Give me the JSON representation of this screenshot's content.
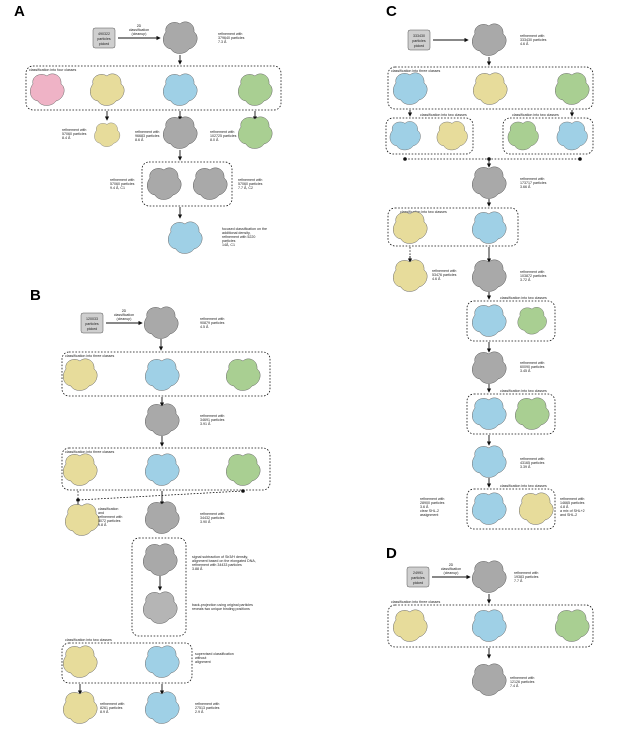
{
  "panels": {
    "A": {
      "label": "A",
      "start": {
        "l1": "490322",
        "l2": "particles",
        "l3": "picked"
      },
      "class2d": {
        "l1": "2D",
        "l2": "classification",
        "l3": "(cleanup)"
      },
      "ref1": {
        "l1": "refinement with",
        "l2": "379640 particles",
        "l3": "7.3 Å"
      },
      "box1_title": "classification into four classes",
      "ref_a": {
        "l1": "refinement with",
        "l2": "57060 particles",
        "l3": "8.4 Å"
      },
      "ref_b": {
        "l1": "refinement with",
        "l2": "96683 particles",
        "l3": "8.6 Å"
      },
      "ref_c": {
        "l1": "refinement with",
        "l2": "102725 particles",
        "l3": "8.0 Å"
      },
      "ref_d": {
        "l1": "refinement with",
        "l2": "57060 particles",
        "l3": "9.4 Å, C1"
      },
      "ref_e": {
        "l1": "refinement with",
        "l2": "57060 particles",
        "l3": "7.7 Å, C2"
      },
      "focused": {
        "l1": "focused classification on the",
        "l2": "additional density,",
        "l3": "refinement with 5220",
        "l4": "particles",
        "l5": "14Å, C1"
      }
    },
    "B": {
      "label": "B",
      "start": {
        "l1": "120033",
        "l2": "particles",
        "l3": "picked"
      },
      "class2d": {
        "l1": "2D",
        "l2": "classification",
        "l3": "(cleanup)"
      },
      "ref1": {
        "l1": "refinement with",
        "l2": "90879 particles",
        "l3": "4.5 Å"
      },
      "box1_title": "classification into three classes",
      "ref2": {
        "l1": "refinement with",
        "l2": "34691 particles",
        "l3": "3.91 Å"
      },
      "box2_title": "classification into three classes",
      "side": {
        "l1": "classification",
        "l2": "and",
        "l3": "refinement with",
        "l4": "5072 particles",
        "l5": "9.8 Å"
      },
      "ref3": {
        "l1": "refinement with",
        "l2": "34432 particles",
        "l3": "3.90 Å"
      },
      "subtract": {
        "l1": "signal subtraction of Sir3/H density,",
        "l2": "alignment based on the elongated DNA,",
        "l3": "refinement with 34433 particles",
        "l4": "3.88 Å"
      },
      "backproj": {
        "l1": "back-projection using original particles",
        "l2": "reveals two unique binding positions"
      },
      "box3_title": "classification into two classes",
      "supervised": {
        "l1": "supervised classification",
        "l2": "without",
        "l3": "alignment"
      },
      "ref_left": {
        "l1": "refinement with",
        "l2": "8261 particles",
        "l3": "8.9 Å"
      },
      "ref_right": {
        "l1": "refinement with",
        "l2": "27513 particles",
        "l3": "2.9 Å"
      }
    },
    "C": {
      "label": "C",
      "start": {
        "l1": "333430",
        "l2": "particles",
        "l3": "picked"
      },
      "ref1": {
        "l1": "refinement with",
        "l2": "333430 particles",
        "l3": "4.6 Å"
      },
      "box1_title": "classification into three classes",
      "box2a_title": "classification into two classes",
      "box2b_title": "classification into two classes",
      "ref2": {
        "l1": "refinement with",
        "l2": "173717 particles",
        "l3": "3.66 Å"
      },
      "box3_title": "classification into two classes",
      "ref_side": {
        "l1": "refinement with",
        "l2": "53476 particles",
        "l3": "4.6 Å"
      },
      "ref3": {
        "l1": "refinement with",
        "l2": "103872 particles",
        "l3": "3.72 Å"
      },
      "box4_title": "classification into two classes",
      "ref4": {
        "l1": "refinement with",
        "l2": "60090 particles",
        "l3": "3.45 Å"
      },
      "box5_title": "classification into two classes",
      "ref5": {
        "l1": "refinement with",
        "l2": "43165 particles",
        "l3": "3.39 Å"
      },
      "box6_title": "classification into two classes",
      "ref_left": {
        "l1": "refinement with",
        "l2": "28900 particles",
        "l3": "3.6 Å",
        "l4": "clear SHL-2",
        "l5": "assignment"
      },
      "ref_right": {
        "l1": "refinement with",
        "l2": "14665 particles",
        "l3": "4.8 Å",
        "l4": "a mix of  SHL+2",
        "l5": "and SHL-2"
      }
    },
    "D": {
      "label": "D",
      "start": {
        "l1": "24991",
        "l2": "particles",
        "l3": "picked"
      },
      "class2d": {
        "l1": "2D",
        "l2": "classification",
        "l3": "(cleanup)"
      },
      "ref1": {
        "l1": "refinement with",
        "l2": "19383 particles",
        "l3": "7.7 Å"
      },
      "box1_title": "classification into three classes",
      "ref2": {
        "l1": "refinement with",
        "l2": "12126 particles",
        "l3": "7.4 Å"
      }
    }
  },
  "colors": {
    "gray": "#a9a9a9",
    "blue": "#9fd0e6",
    "yellow": "#e7dc9b",
    "green": "#a9cf92",
    "pink": "#efb3c6",
    "stroke": "#111111"
  }
}
